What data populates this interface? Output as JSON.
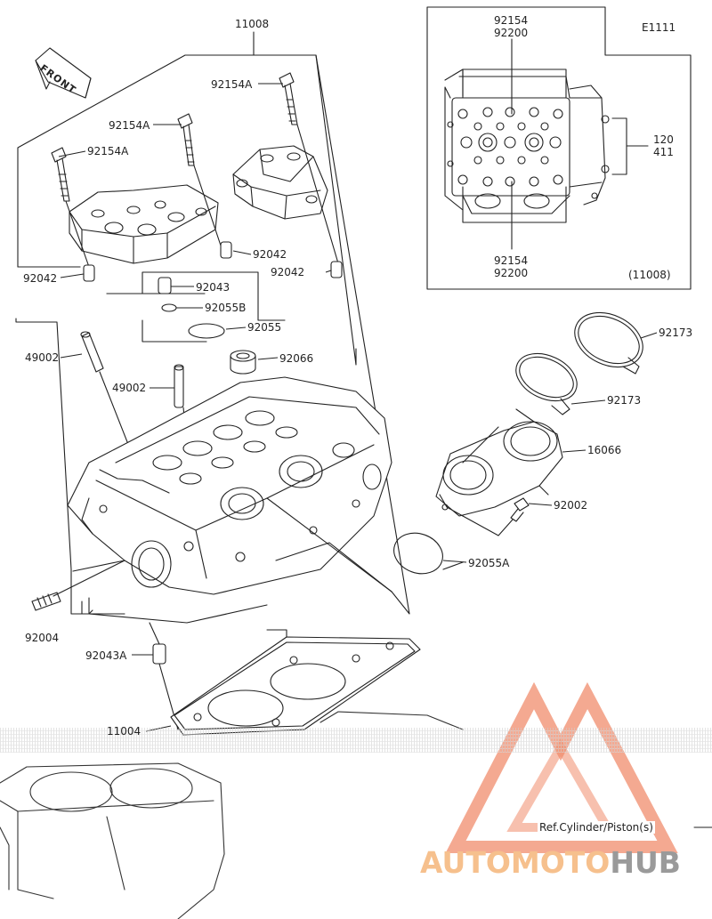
{
  "diagram": {
    "code": "E1111",
    "front_label": "FRONT",
    "inset_ref": "(11008)",
    "ref_note": "Ref.Cylinder/Piston(s)",
    "labels": {
      "p11008": "11008",
      "p92154A_1": "92154A",
      "p92154A_2": "92154A",
      "p92154A_3": "92154A",
      "p92042_1": "92042",
      "p92042_2": "92042",
      "p92042_3": "92042",
      "p92043": "92043",
      "p92055B": "92055B",
      "p92055": "92055",
      "p92066": "92066",
      "p49002_1": "49002",
      "p49002_2": "49002",
      "p92173_1": "92173",
      "p92173_2": "92173",
      "p16066": "16066",
      "p92002": "92002",
      "p92055A": "92055A",
      "p92004": "92004",
      "p92043A": "92043A",
      "p11004": "11004",
      "inset_top_1": "92154",
      "inset_top_2": "92200",
      "inset_bottom_1": "92154",
      "inset_bottom_2": "92200",
      "inset_side_1": "120",
      "inset_side_2": "411"
    }
  },
  "watermark": {
    "part1": "AUTO",
    "part2": "MOTO",
    "part3": "HUB",
    "color_primary": "#f08c6c",
    "color_secondary": "#9a9a9a"
  }
}
